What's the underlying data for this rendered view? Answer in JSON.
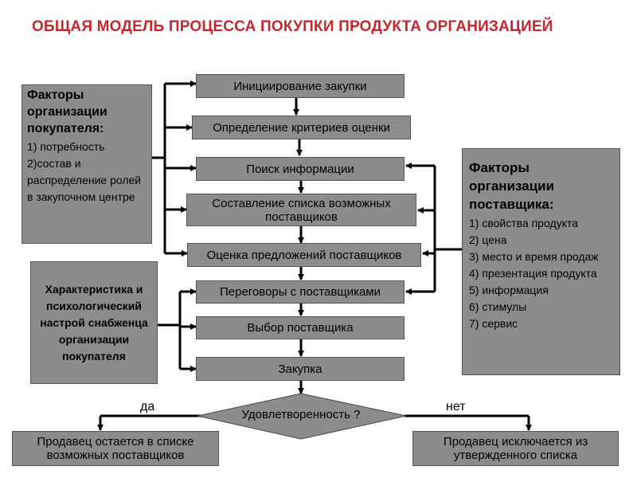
{
  "title": "ОБЩАЯ МОДЕЛЬ ПРОЦЕССА ПОКУПКИ ПРОДУКТА ОРГАНИЗАЦИЕЙ",
  "steps": [
    "Инициирование закупки",
    "Определение критериев оценки",
    "Поиск информации",
    "Составление списка возможных поставщиков",
    "Оценка предложений поставщиков",
    "Переговоры с поставщиками",
    "Выбор поставщика",
    "Закупка"
  ],
  "decision": "Удовлетворенность ?",
  "yes_label": "да",
  "no_label": "нет",
  "outcome_yes": "Продавец остается в списке возможных поставщиков",
  "outcome_no": "Продавец исключается из утвержденного списка",
  "buyer_factors": {
    "heading": "Факторы организации покупателя:",
    "items": [
      "1)  потребность",
      "2)состав и распределение ролей в закупочном центре"
    ]
  },
  "psych_box": "Характеристика и психологический настрой снабженца организации покупателя",
  "supplier_factors": {
    "heading": "Факторы организации поставщика:",
    "items": [
      "1)  свойства продукта",
      "2)  цена",
      "3)  место и время продаж",
      "4) презентация продукта",
      "5) информация",
      "6) стимулы",
      "7) сервис"
    ]
  }
}
